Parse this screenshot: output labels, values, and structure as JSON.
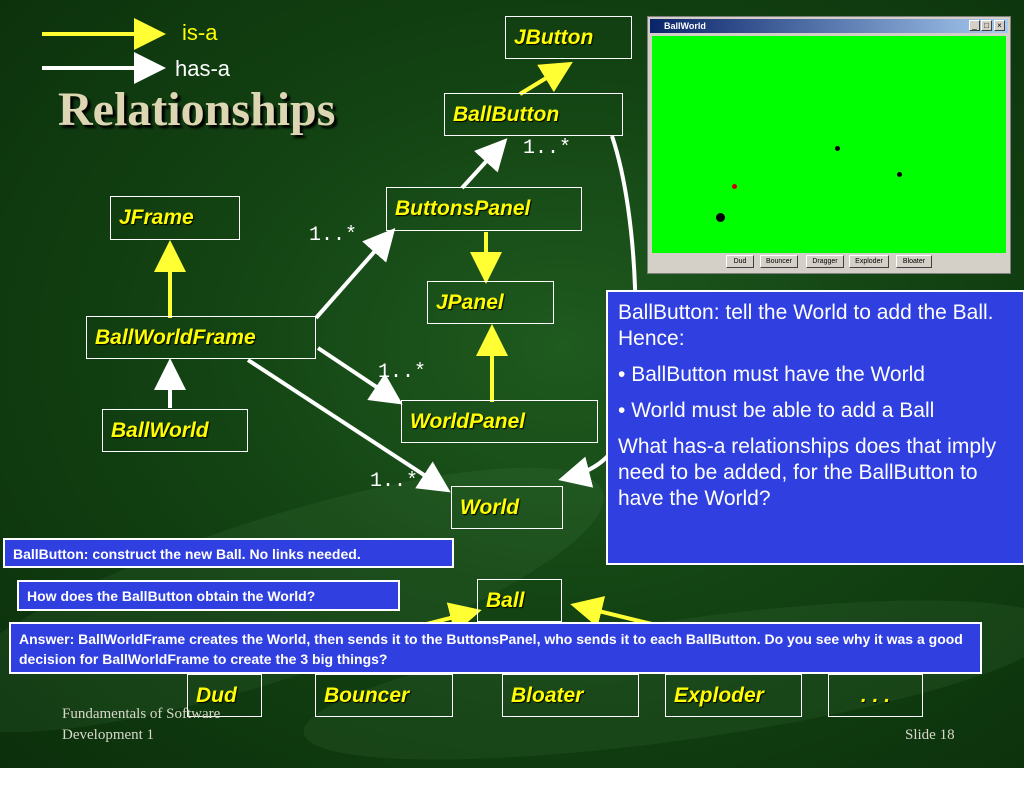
{
  "legend": {
    "is_a": "is-a",
    "has_a": "has-a"
  },
  "title": "Relationships",
  "classes": {
    "jbutton": "JButton",
    "ballbutton": "BallButton",
    "buttonspanel": "ButtonsPanel",
    "jframe": "JFrame",
    "jpanel": "JPanel",
    "ballworldframe": "BallWorldFrame",
    "ballworld": "BallWorld",
    "worldpanel": "WorldPanel",
    "world": "World",
    "ball": "Ball",
    "dud": "Dud",
    "bouncer": "Bouncer",
    "bloater": "Bloater",
    "exploder": "Exploder",
    "more": ". . ."
  },
  "multiplicities": {
    "ballbutton": "1..*",
    "buttonspanel": "1..*",
    "worldpanel": "1..*",
    "world": "1..*"
  },
  "notes": {
    "construct": "BallButton: construct the new Ball. No links needed.",
    "question": "How does the BallButton obtain the World?",
    "answer": "Answer: BallWorldFrame creates the World, then sends it to the ButtonsPanel, who sends it to each BallButton.  Do you see why it was a good decision for BallWorldFrame to create the 3 big things?",
    "side_intro": "BallButton:  tell the World to add the Ball.  Hence:",
    "side_bullet1": "BallButton must have the World",
    "side_bullet2": "World must be able to add a Ball",
    "side_question": "What has-a relationships does that imply need to be added, for the BallButton to have the World?"
  },
  "screenshot": {
    "window_title": "BallWorld",
    "buttons": [
      "Dud",
      "Bouncer",
      "Dragger",
      "Exploder",
      "Bloater"
    ]
  },
  "footer": {
    "course_line1": "Fundamentals of Software",
    "course_line2": "Development 1",
    "slide": "Slide 18"
  },
  "colors": {
    "is_a_arrow": "#ffff33",
    "has_a_arrow": "#ffffff",
    "note_bg": "#2f3fe0",
    "class_text": "#ffff00"
  }
}
